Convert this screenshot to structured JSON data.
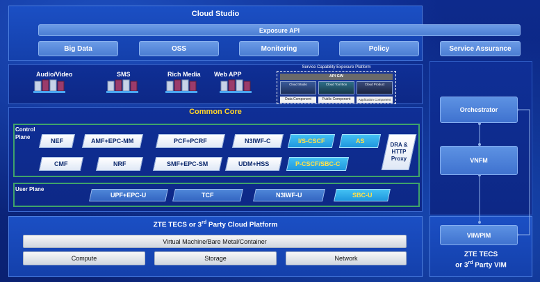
{
  "cloud_studio": {
    "title": "Cloud Studio",
    "exposure_api": "Exposure API",
    "items": [
      "Big Data",
      "OSS",
      "Monitoring",
      "Policy",
      "Service Assurance"
    ]
  },
  "services": {
    "items": [
      "Audio/Video",
      "SMS",
      "Rich Media",
      "Web APP"
    ],
    "scep": {
      "title": "Service Capability Exposure Platform",
      "api_gw": "API GW",
      "tiles": [
        "Cloud Studio",
        "Cloud Tool Box",
        "Cloud Product"
      ],
      "components": [
        "Data Component",
        "Public Component",
        "Application Component"
      ]
    }
  },
  "common_core": {
    "title": "Common Core",
    "control_plane_label": "Control Plane",
    "control_row1": [
      "NEF",
      "AMF+EPC-MM",
      "PCF+PCRF",
      "N3IWF-C"
    ],
    "control_row1_cyan": [
      "I/S-CSCF",
      "AS"
    ],
    "control_row2": [
      "CMF",
      "NRF",
      "SMF+EPC-SM",
      "UDM+HSS"
    ],
    "control_row2_cyan": [
      "P-CSCF/SBC-C"
    ],
    "dra": "DRA & HTTP Proxy",
    "user_plane_label": "User Plane",
    "user_plane": [
      "UPF+EPC-U",
      "TCF",
      "N3IWF-U"
    ],
    "user_plane_cyan": [
      "SBC-U"
    ]
  },
  "platform": {
    "title_prefix": "ZTE TECS or 3",
    "title_sup": "rd",
    "title_suffix": " Party Cloud Platform",
    "vm": "Virtual Machine/Bare Metal/Container",
    "resources": [
      "Compute",
      "Storage",
      "Network"
    ]
  },
  "management": {
    "orchestrator": "Orchestrator",
    "vnfm": "VNFM",
    "vim": "VIM/PIM",
    "footer_line1": "ZTE TECS",
    "footer_prefix": "or 3",
    "footer_sup": "rd",
    "footer_suffix": " Party VIM"
  },
  "colors": {
    "panel": "#1b4fc4",
    "pill": "#5b8de0",
    "cyan_box": "#2aa7e8",
    "cyan_text": "#ffe14a",
    "title_yellow": "#ffd42a",
    "frame_green": "#3fa36a"
  }
}
